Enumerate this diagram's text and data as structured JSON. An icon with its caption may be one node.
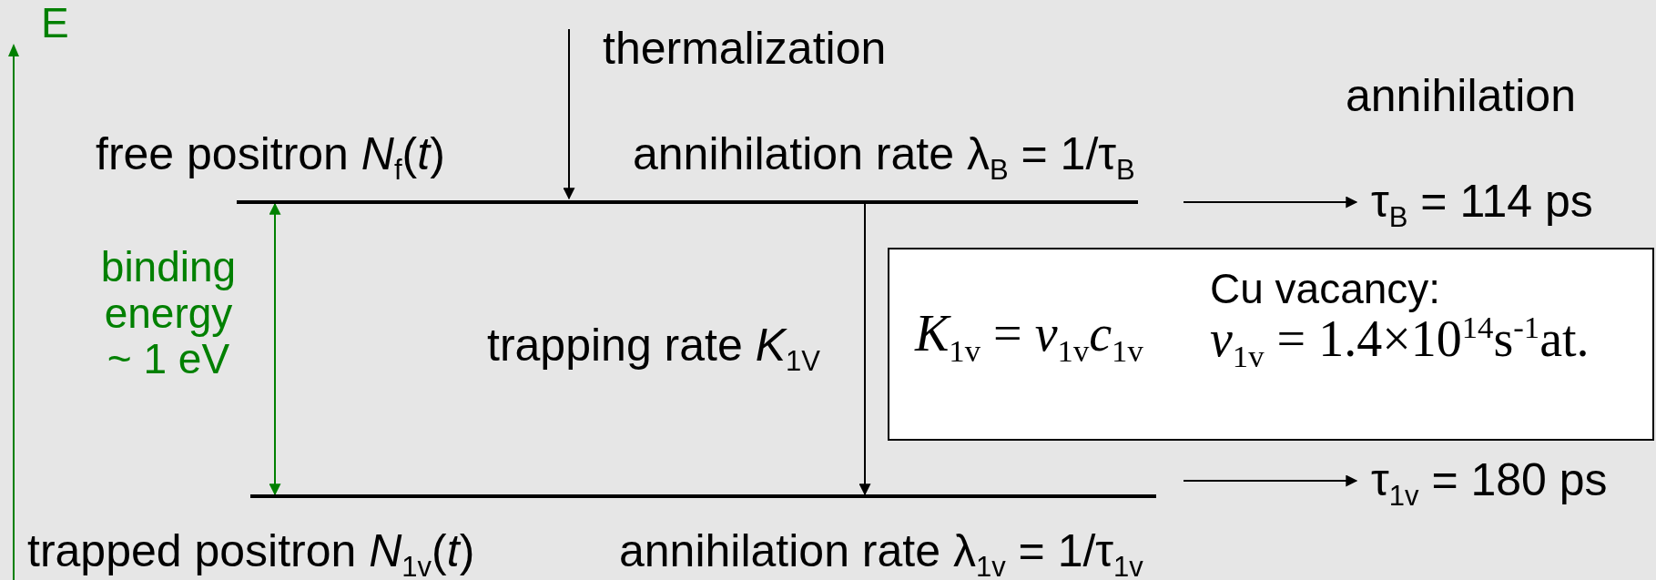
{
  "diagram": {
    "nodes": [
      {
        "text": [
          "free positron *N*$_{f}$(*t*)",
          "annihilation rate λ$_{B}$ = 1/τ$_{B}$"
        ]
      },
      {
        "text": [
          "trapped positron *N*$_{1v}$(*t*)",
          "annihilation rate λ$_{1v}$ = 1/τ$_{1v}$"
        ]
      },
      {
        "text": [
          "*K*$_{1v}$ = *ν*$_{1v}$*c*$_{1v}$",
          "Cu vacancy:",
          "*ν*$_{1v}$ = 1.4×10$^{14}$s$^{-1}$at."
        ]
      },
      {
        "text": [
          "τ$_{B}$ = 114 ps"
        ]
      },
      {
        "text": [
          "τ$_{1v}$ = 180 ps"
        ]
      }
    ],
    "edges": [
      {
        "from": null,
        "to": 0,
        "arrow": "to",
        "label": "thermalization"
      },
      {
        "from": 0,
        "to": 3,
        "arrow": "to"
      },
      {
        "from": 1,
        "to": 4,
        "arrow": "to"
      },
      {
        "from": 0,
        "to": 1,
        "arrow": "to",
        "label": "trapping rate *K*$_{1V}$"
      },
      {
        "from": 1,
        "to": 0,
        "arrow": "both",
        "label": "binding energy ~ 1 eV",
        "color": "#008000"
      }
    ],
    "labels": [
      "E",
      "annihilation"
    ]
  }
}
